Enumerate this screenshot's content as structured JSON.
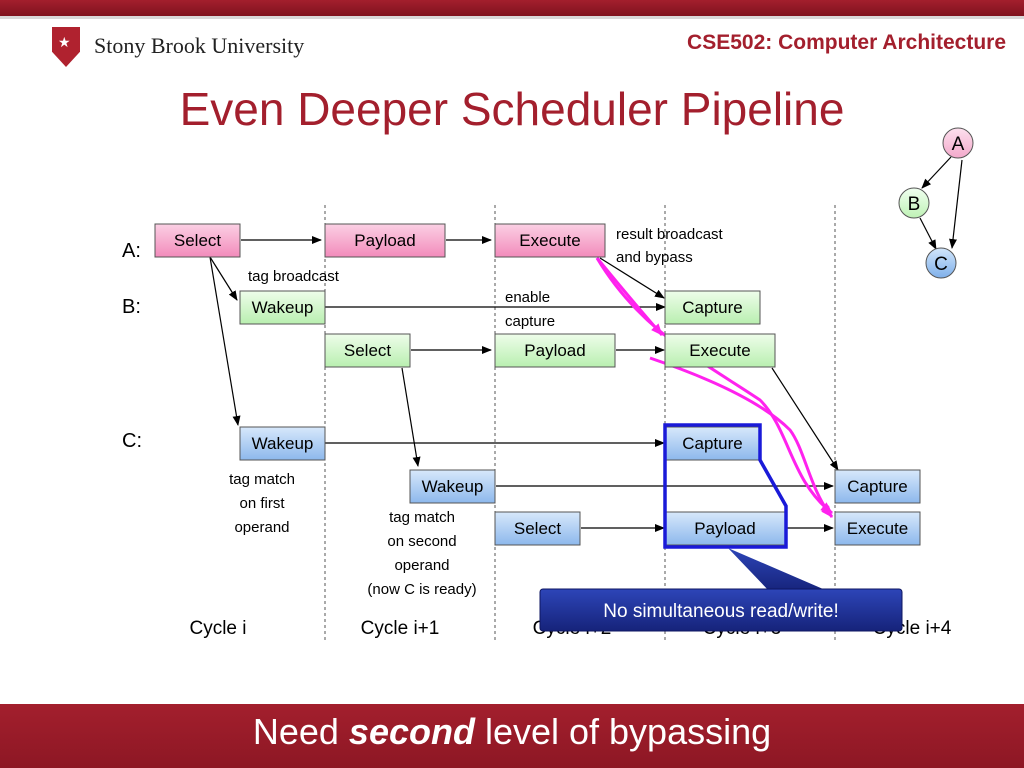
{
  "header": {
    "university": "Stony Brook University",
    "course": "CSE502: Computer Architecture"
  },
  "slide": {
    "title": "Even Deeper Scheduler Pipeline",
    "footer_prefix": "Need ",
    "footer_emphasis": "second",
    "footer_suffix": " level of bypassing"
  },
  "rows": {
    "a": "A:",
    "b": "B:",
    "c": "C:"
  },
  "stages": {
    "a_select": "Select",
    "a_payload": "Payload",
    "a_execute": "Execute",
    "b_wakeup": "Wakeup",
    "b_capture": "Capture",
    "b_select": "Select",
    "b_payload": "Payload",
    "b_execute": "Execute",
    "c_wakeup1": "Wakeup",
    "c_capture1": "Capture",
    "c_wakeup2": "Wakeup",
    "c_capture2": "Capture",
    "c_select": "Select",
    "c_payload": "Payload",
    "c_execute": "Execute"
  },
  "notes": {
    "tag_broadcast": "tag broadcast",
    "result_broadcast_1": "result broadcast",
    "result_broadcast_2": "and bypass",
    "enable_capture_1": "enable",
    "enable_capture_2": "capture",
    "tag_match_first_1": "tag match",
    "tag_match_first_2": "on first",
    "tag_match_first_3": "operand",
    "tag_match_second_1": "tag match",
    "tag_match_second_2": "on second",
    "tag_match_second_3": "operand",
    "tag_match_second_4": "(now C is ready)"
  },
  "cycles": [
    "Cycle i",
    "Cycle i+1",
    "Cycle i+2",
    "Cycle i+3",
    "Cycle i+4"
  ],
  "callout": "No simultaneous read/write!",
  "dag_nodes": {
    "a": "A",
    "b": "B",
    "c": "C"
  },
  "colors": {
    "brand_red": "#a31f2d",
    "pink_stage": "#f5a3c8",
    "green_stage": "#ccf5c5",
    "blue_stage": "#a9cbf2",
    "bypass_magenta": "#ff22ee",
    "callout_blue": "#1d2f94"
  }
}
